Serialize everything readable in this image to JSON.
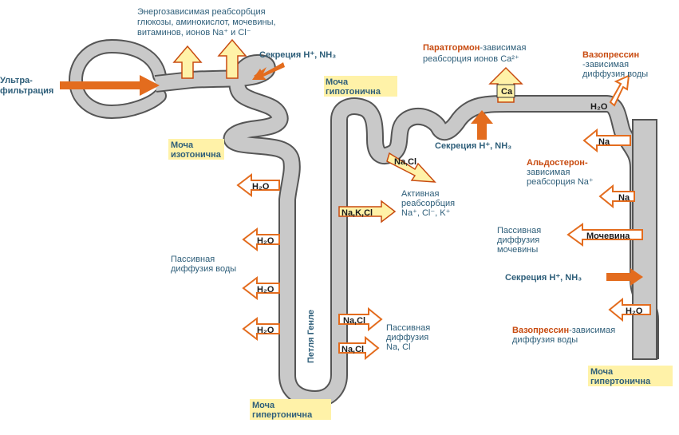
{
  "labels": {
    "ultrafiltration": [
      "Ультра-",
      "фильтрация"
    ],
    "reabsorption": [
      "Энергозависимая реабсорбция",
      "глюкозы, аминокислот, мочевины,",
      "витаминов, ионов Na⁺ и Cl⁻"
    ],
    "secretion_top": "Секреция H⁺, NH₃",
    "urine_isotonic": [
      "Моча",
      "изотонична"
    ],
    "urine_hypotonic": [
      "Моча",
      "гипотонична"
    ],
    "pth_title": "Паратгормон",
    "pth_rest": "-зависимая",
    "pth_line2": "реабсорция ионов Ca²⁺",
    "ca_box": "Ca",
    "vaso_top_title": "Вазопрессин",
    "vaso_top_rest": [
      "-зависимая",
      "диффузия воды"
    ],
    "secretion_mid": "Секреция H⁺, NH₃",
    "nacl_box": "Na,Cl",
    "active_reabs": [
      "Активная",
      "реабсорбция",
      "Na⁺, Cl⁻, K⁺"
    ],
    "naklcl_box": "Na,K,Cl",
    "aldo_title": [
      "Альдостерон-",
      "зависимая"
    ],
    "aldo_line3": "реабсорция Na⁺",
    "na_box": "Na",
    "h2o": "H₂O",
    "passive_water": [
      "Пассивная",
      "диффузия воды"
    ],
    "passive_urea": [
      "Пассивная",
      "диффузия",
      "мочевины"
    ],
    "urea_box": "Мочевина",
    "secretion_right": "Секреция H⁺, NH₃",
    "loop_henle": "Петля Генле",
    "passive_nacl": [
      "Пассивная",
      "диффузия",
      "Na, Cl"
    ],
    "vaso_bottom_title": "Вазопрессин",
    "vaso_bottom_rest": "-зависимая",
    "vaso_bottom_line2": "диффузия воды",
    "urine_hyper_left": [
      "Моча",
      "гипертонична"
    ],
    "urine_hyper_right": [
      "Моча",
      "гипертонична"
    ]
  },
  "colors": {
    "tube": "#c9c9c9",
    "tube_outline": "#555555",
    "arrow_orange": "#e36c1e",
    "arrow_yellow": "#fff2a8",
    "text_blue": "#2f5f7a",
    "text_orange": "#c84b10"
  }
}
